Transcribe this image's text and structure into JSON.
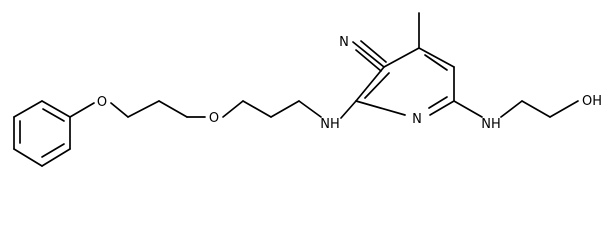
{
  "structure": {
    "colors": {
      "ink": "#000000",
      "background": "#ffffff"
    },
    "atom_labels": {
      "nitrile_n": "N",
      "ring_n": "N",
      "nh_left": "NH",
      "nh_right": "NH",
      "ether_o1": "O",
      "ether_o2": "O",
      "hydroxyl": "OH"
    }
  }
}
